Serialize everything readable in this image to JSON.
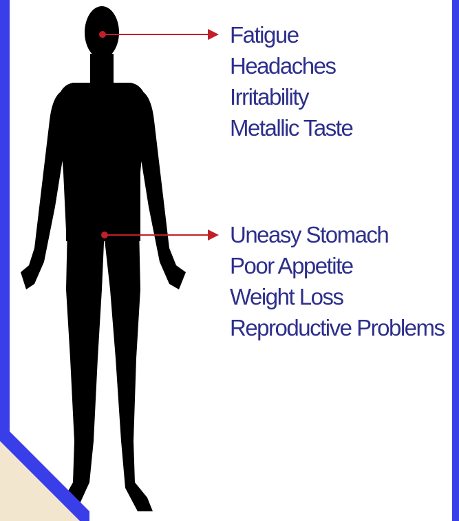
{
  "colors": {
    "frame": "#3a3ee8",
    "text": "#2d2f8c",
    "silhouette": "#000000",
    "pointer": "#c0202a",
    "paper": "#f2e6cf"
  },
  "icons": {
    "figure": "human-silhouette-icon",
    "pointer": "arrow-right-icon"
  },
  "callouts": [
    {
      "region": "head",
      "symptoms": [
        "Fatigue",
        "Headaches",
        "Irritability",
        "Metallic Taste"
      ]
    },
    {
      "region": "stomach",
      "symptoms": [
        "Uneasy Stomach",
        "Poor Appetite",
        "Weight Loss",
        "Reproductive Problems"
      ]
    }
  ]
}
